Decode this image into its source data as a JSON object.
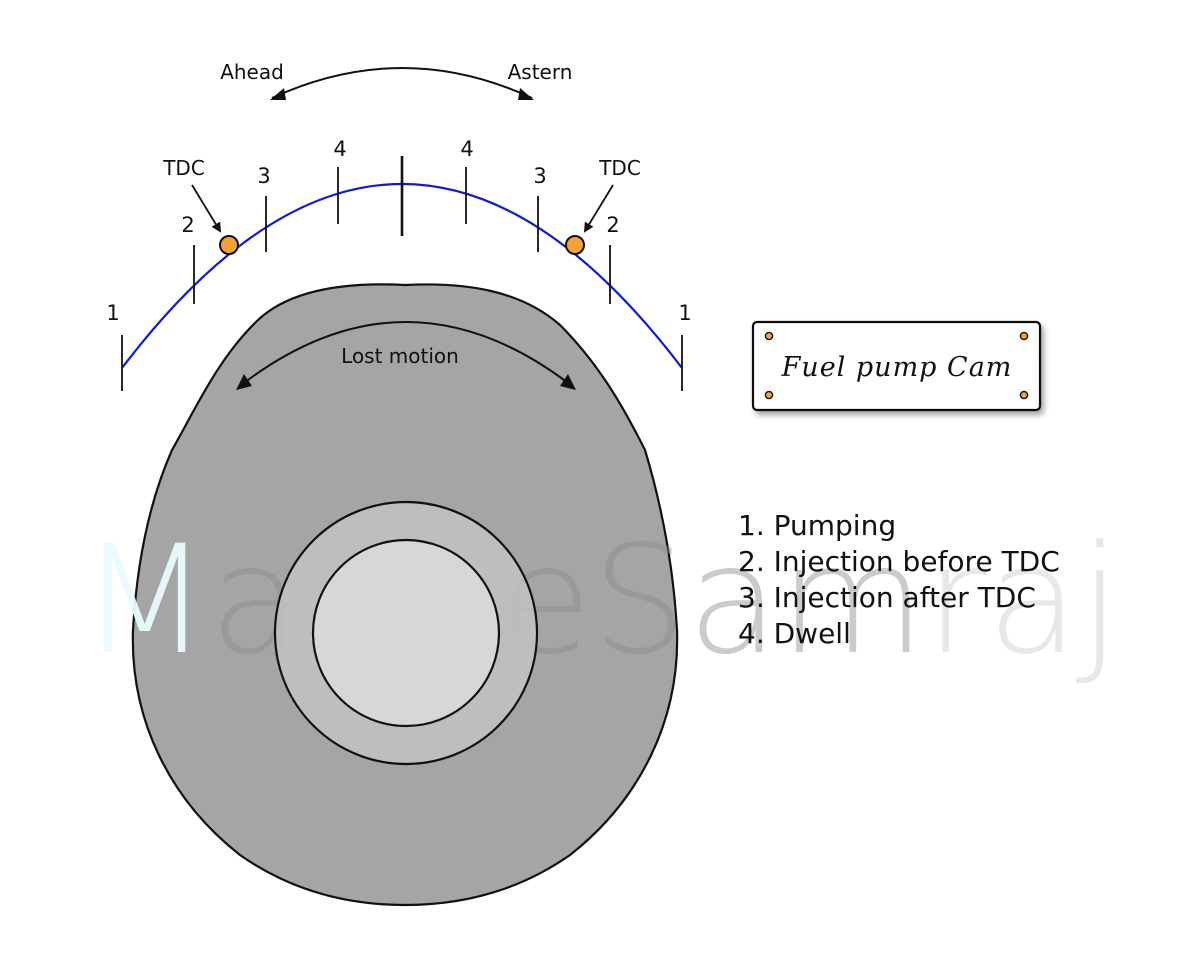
{
  "direction": {
    "ahead_label": "Ahead",
    "astern_label": "Astern"
  },
  "tdc_label": "TDC",
  "tick_labels": {
    "left": [
      "1",
      "2",
      "3",
      "4"
    ],
    "right": [
      "4",
      "3",
      "2",
      "1"
    ]
  },
  "lost_motion_label": "Lost motion",
  "nameplate": {
    "title": "Fuel pump Cam"
  },
  "legend": {
    "items": [
      "1. Pumping",
      "2. Injection before TDC",
      "3. Injection after TDC",
      "4. Dwell"
    ]
  },
  "watermark": {
    "part1": "M",
    "part2": "arine",
    "part3": "Sam",
    "part4": "raj"
  },
  "colors": {
    "arc": "#0a1be0",
    "cam_body": "#a5a5a5",
    "hub_ring": "#c2c2c2",
    "shaft": "#d9d9d9",
    "tdc_marker": "#f5a234",
    "watermark_cyan": "#e8fbfc",
    "watermark_grey": "#e6e6e6"
  }
}
